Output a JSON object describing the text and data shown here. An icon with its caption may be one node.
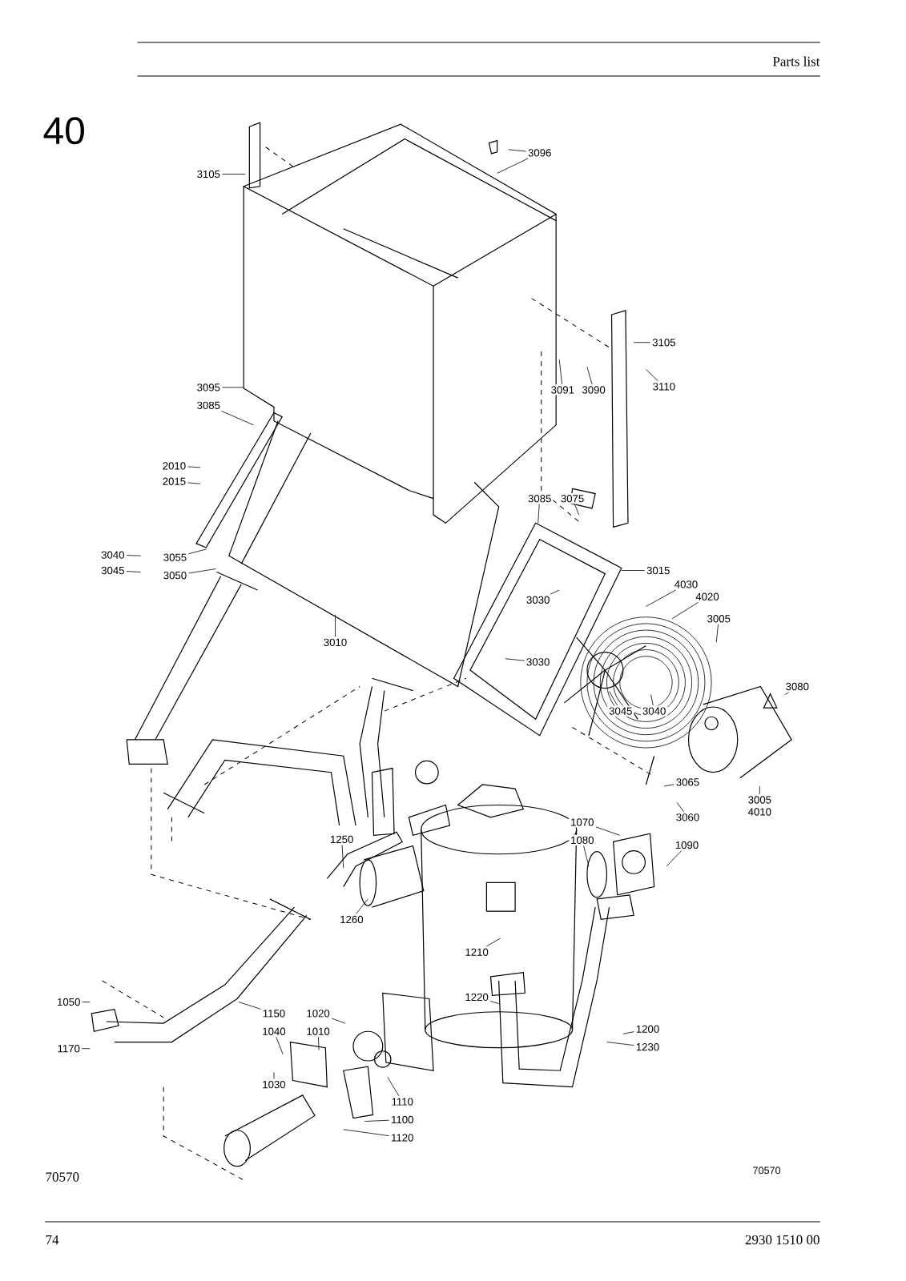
{
  "diagram": {
    "nodes": [
      {
        "text": [
          "3105"
        ]
      },
      {
        "text": [
          "3096"
        ]
      },
      {
        "text": [
          "3105"
        ]
      },
      {
        "text": [
          "3110"
        ]
      },
      {
        "text": [
          "3091"
        ]
      },
      {
        "text": [
          "3090"
        ]
      },
      {
        "text": [
          "3095"
        ]
      },
      {
        "text": [
          "3085"
        ]
      },
      {
        "text": [
          "2010"
        ]
      },
      {
        "text": [
          "2015"
        ]
      },
      {
        "text": [
          "3040"
        ]
      },
      {
        "text": [
          "3045"
        ]
      },
      {
        "text": [
          "3055"
        ]
      },
      {
        "text": [
          "3050"
        ]
      },
      {
        "text": [
          "3085"
        ]
      },
      {
        "text": [
          "3075"
        ]
      },
      {
        "text": [
          "3015"
        ]
      },
      {
        "text": [
          "4030"
        ]
      },
      {
        "text": [
          "4020"
        ]
      },
      {
        "text": [
          "3005"
        ]
      },
      {
        "text": [
          "3030"
        ]
      },
      {
        "text": [
          "3010"
        ]
      },
      {
        "text": [
          "3030"
        ]
      },
      {
        "text": [
          "3045"
        ]
      },
      {
        "text": [
          "3040"
        ]
      },
      {
        "text": [
          "3080"
        ]
      },
      {
        "text": [
          "3065"
        ]
      },
      {
        "text": [
          "3060"
        ]
      },
      {
        "text": [
          "3005",
          "4010"
        ]
      },
      {
        "text": [
          "1070"
        ]
      },
      {
        "text": [
          "1080"
        ]
      },
      {
        "text": [
          "1090"
        ]
      },
      {
        "text": [
          "1250"
        ]
      },
      {
        "text": [
          "1260"
        ]
      },
      {
        "text": [
          "1210"
        ]
      },
      {
        "text": [
          "1220"
        ]
      },
      {
        "text": [
          "1050"
        ]
      },
      {
        "text": [
          "1170"
        ]
      },
      {
        "text": [
          "1150"
        ]
      },
      {
        "text": [
          "1020"
        ]
      },
      {
        "text": [
          "1040"
        ]
      },
      {
        "text": [
          "1010"
        ]
      },
      {
        "text": [
          "1030"
        ]
      },
      {
        "text": [
          "1110"
        ]
      },
      {
        "text": [
          "1100"
        ]
      },
      {
        "text": [
          "1120"
        ]
      },
      {
        "text": [
          "1200"
        ]
      },
      {
        "text": [
          "1230"
        ]
      }
    ],
    "edges": [
      {
        "from": 0,
        "to": null,
        "arrow": "none"
      },
      {
        "from": 1,
        "to": null,
        "arrow": "none"
      },
      {
        "from": 1,
        "to": null,
        "arrow": "none"
      },
      {
        "from": 2,
        "to": null,
        "arrow": "none"
      },
      {
        "from": 3,
        "to": null,
        "arrow": "none"
      },
      {
        "from": 4,
        "to": null,
        "arrow": "none"
      },
      {
        "from": 5,
        "to": null,
        "arrow": "none"
      },
      {
        "from": 6,
        "to": null,
        "arrow": "none"
      },
      {
        "from": 7,
        "to": null,
        "arrow": "none"
      },
      {
        "from": 8,
        "to": null,
        "arrow": "none"
      },
      {
        "from": 9,
        "to": null,
        "arrow": "none"
      },
      {
        "from": 10,
        "to": null,
        "arrow": "none"
      },
      {
        "from": 11,
        "to": null,
        "arrow": "none"
      },
      {
        "from": 12,
        "to": null,
        "arrow": "none"
      },
      {
        "from": 13,
        "to": null,
        "arrow": "none"
      },
      {
        "from": 14,
        "to": null,
        "arrow": "none"
      },
      {
        "from": 15,
        "to": null,
        "arrow": "none"
      },
      {
        "from": 16,
        "to": null,
        "arrow": "none"
      },
      {
        "from": 17,
        "to": null,
        "arrow": "none"
      },
      {
        "from": 18,
        "to": null,
        "arrow": "none"
      },
      {
        "from": 19,
        "to": null,
        "arrow": "none"
      },
      {
        "from": 20,
        "to": null,
        "arrow": "none"
      },
      {
        "from": 21,
        "to": null,
        "arrow": "none"
      },
      {
        "from": 22,
        "to": null,
        "arrow": "none"
      },
      {
        "from": 23,
        "to": null,
        "arrow": "none"
      },
      {
        "from": 24,
        "to": null,
        "arrow": "none"
      },
      {
        "from": 25,
        "to": null,
        "arrow": "none"
      },
      {
        "from": 26,
        "to": null,
        "arrow": "none"
      },
      {
        "from": 27,
        "to": null,
        "arrow": "none"
      },
      {
        "from": 28,
        "to": null,
        "arrow": "none"
      },
      {
        "from": 29,
        "to": null,
        "arrow": "none"
      },
      {
        "from": 30,
        "to": null,
        "arrow": "none"
      },
      {
        "from": 31,
        "to": null,
        "arrow": "none"
      },
      {
        "from": 32,
        "to": null,
        "arrow": "none"
      },
      {
        "from": 33,
        "to": null,
        "arrow": "none"
      },
      {
        "from": 34,
        "to": null,
        "arrow": "none"
      },
      {
        "from": 35,
        "to": null,
        "arrow": "none"
      },
      {
        "from": 36,
        "to": null,
        "arrow": "none"
      },
      {
        "from": 37,
        "to": null,
        "arrow": "none"
      },
      {
        "from": 38,
        "to": null,
        "arrow": "none"
      },
      {
        "from": 39,
        "to": null,
        "arrow": "none"
      },
      {
        "from": 40,
        "to": null,
        "arrow": "none"
      },
      {
        "from": 41,
        "to": null,
        "arrow": "none"
      },
      {
        "from": 42,
        "to": null,
        "arrow": "none"
      },
      {
        "from": 43,
        "to": null,
        "arrow": "none"
      },
      {
        "from": 44,
        "to": null,
        "arrow": "none"
      },
      {
        "from": 45,
        "to": null,
        "arrow": "none"
      },
      {
        "from": 46,
        "to": null,
        "arrow": "none"
      },
      {
        "from": 47,
        "to": null,
        "arrow": "none"
      }
    ],
    "labels": [
      "Parts list",
      "40",
      "70570",
      "70570",
      "74",
      "2930 1510 00"
    ]
  }
}
